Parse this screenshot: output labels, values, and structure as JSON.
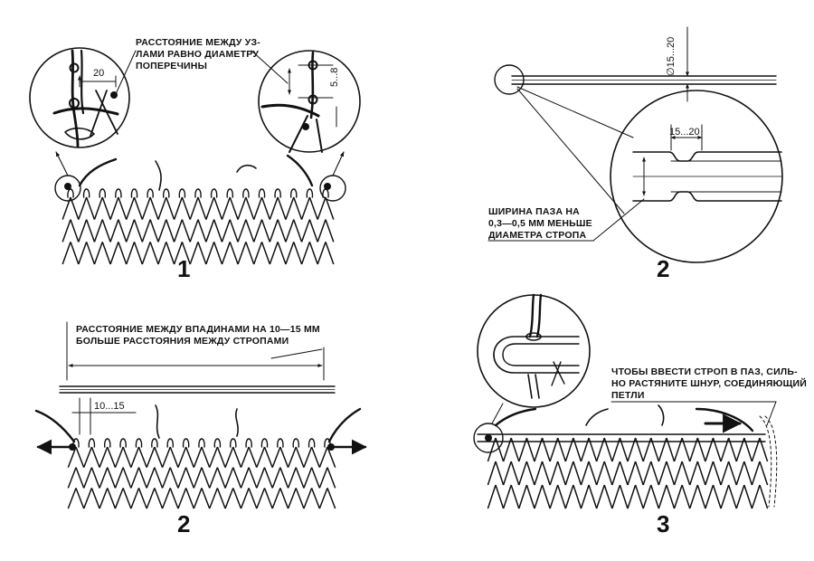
{
  "panels": [
    {
      "number": "1",
      "note_lines": [
        "РАССТОЯНИЕ МЕЖДУ УЗ-",
        "ЛАМИ РАВНО ДИАМЕТРУ",
        "ПОПЕРЕЧИНЫ"
      ],
      "dim_left": "20",
      "dim_right": "5...8"
    },
    {
      "number": "2",
      "dim_diameter": "∅15...20",
      "dim_groove": "15...20",
      "note_lines": [
        "ШИРИНА ПАЗА НА",
        "0,3—0,5 ММ МЕНЬШЕ",
        "ДИАМЕТРА СТРОПА"
      ]
    },
    {
      "number": "2",
      "note_lines": [
        "РАССТОЯНИЕ МЕЖДУ ВПАДИНАМИ НА 10—15 ММ",
        "БОЛЬШЕ РАССТОЯНИЯ МЕЖДУ СТРОПАМИ"
      ],
      "dim_pitch": "10...15"
    },
    {
      "number": "3",
      "note_lines": [
        "ЧТОБЫ ВВЕСТИ СТРОП В ПАЗ, СИЛЬ-",
        "НО РАСТЯНИТЕ ШНУР, СОЕДИНЯЮЩИЙ",
        "ПЕТЛИ"
      ]
    }
  ]
}
